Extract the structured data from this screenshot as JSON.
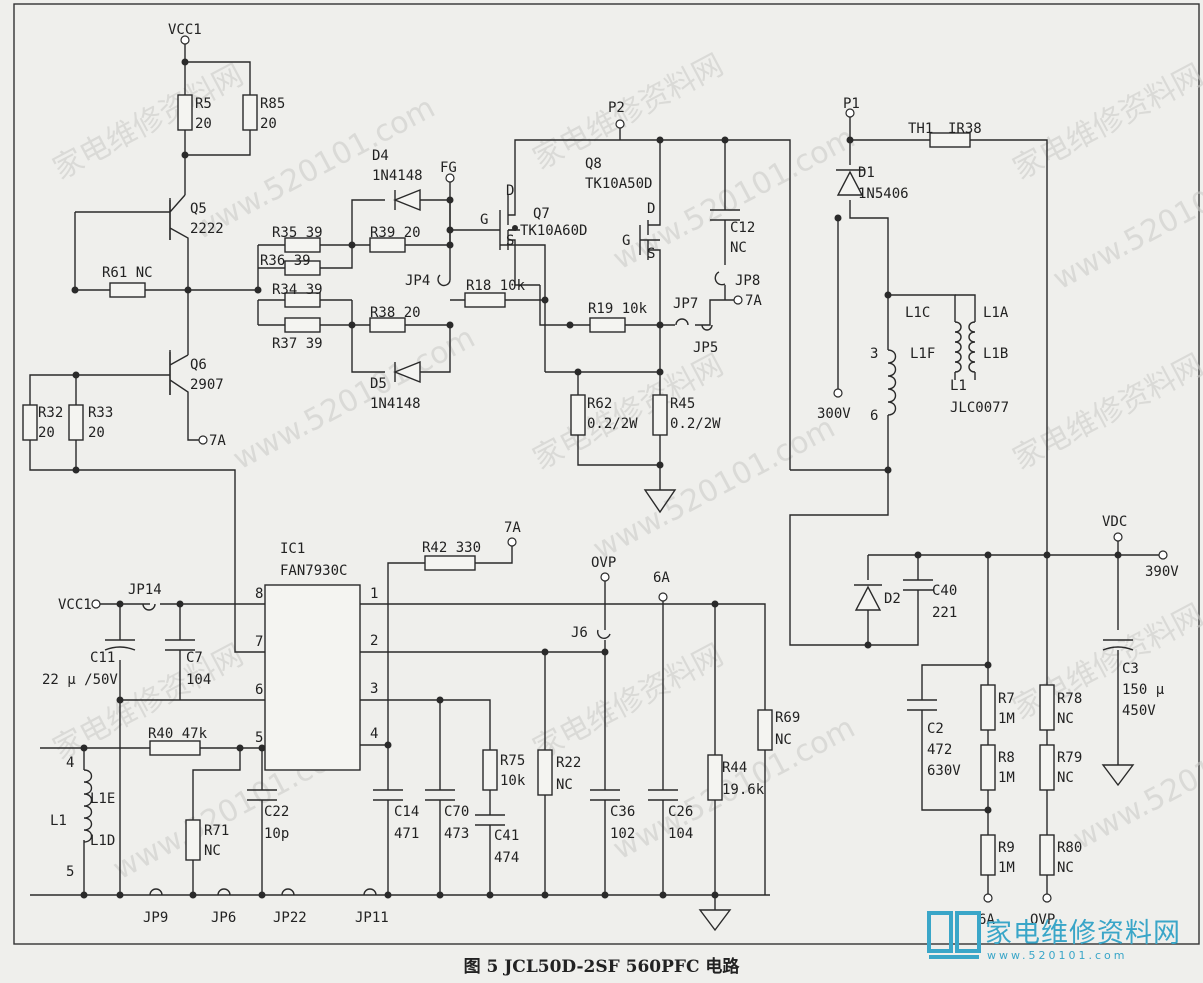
{
  "caption": "图 5 JCL50D-2SF 560PFC 电路",
  "watermarks": [
    "家电维修资料网",
    "www.520101.com"
  ],
  "logo": {
    "text": "家电维修资料网",
    "url": "www.520101.com"
  },
  "labels": {
    "vcc1": "VCC1",
    "r5": "R5",
    "r5v": "20",
    "r85": "R85",
    "r85v": "20",
    "q5": "Q5",
    "q5v": "2222",
    "q6": "Q6",
    "q6v": "2907",
    "r61": "R61 NC",
    "r32": "R32",
    "r32v": "20",
    "r33": "R33",
    "r33v": "20",
    "t7a_left": "7A",
    "d4": "D4",
    "d4v": "1N4148",
    "d5": "D5",
    "d5v": "1N4148",
    "fg": "FG",
    "r35": "R35 39",
    "r36": "R36 39",
    "r34": "R34 39",
    "r37": "R37 39",
    "r39": "R39 20",
    "r38": "R38 20",
    "jp4": "JP4",
    "r18": "R18 10k",
    "q7": "Q7",
    "q7v": "TK10A60D",
    "p2": "P2",
    "q8": "Q8",
    "q8v": "TK10A50D",
    "c12": "C12",
    "c12v": "NC",
    "jp8": "JP8",
    "t7a_mid": "7A",
    "jp7": "JP7",
    "jp5": "JP5",
    "r19": "R19 10k",
    "r62": "R62",
    "r62v": "0.2/2W",
    "r45": "R45",
    "r45v": "0.2/2W",
    "p1": "P1",
    "th1": "TH1",
    "ir38": "IR38",
    "d1": "D1",
    "d1v": "1N5406",
    "l1c": "L1C",
    "l1f": "L1F",
    "l1a": "L1A",
    "l1b": "L1B",
    "l1": "L1",
    "l1v": "JLC0077",
    "n3": "3",
    "n6": "6",
    "v300": "300V",
    "d2": "D2",
    "c40": "C40",
    "c40v": "221",
    "vdc": "VDC",
    "v390": "390V",
    "c3": "C3",
    "c3v1": "150 μ",
    "c3v2": "450V",
    "c2": "C2",
    "c2v1": "472",
    "c2v2": "630V",
    "r7": "R7",
    "r7v": "1M",
    "r8": "R8",
    "r8v": "1M",
    "r9": "R9",
    "r9v": "1M",
    "r78": "R78",
    "r78v": "NC",
    "r79": "R79",
    "r79v": "NC",
    "r80": "R80",
    "r80v": "NC",
    "ic1": "IC1",
    "ic1v": "FAN7930C",
    "r42": "R42 330",
    "t7a_top": "7A",
    "ovp": "OVP",
    "t6a": "6A",
    "j6": "J6",
    "pin1": "1",
    "pin2": "2",
    "pin3": "3",
    "pin4": "4",
    "pin5": "5",
    "pin6": "6",
    "pin7": "7",
    "pin8": "8",
    "vcc1b": "VCC1",
    "jp14": "JP14",
    "c11": "C11",
    "c11v": "22 μ /50V",
    "c7": "C7",
    "c7v": "104",
    "r40": "R40 47k",
    "n4": "4",
    "n5": "5",
    "l1e": "L1E",
    "l1d": "L1D",
    "l1b2": "L1",
    "r71": "R71",
    "r71v": "NC",
    "c22": "C22",
    "c22v": "10p",
    "c14": "C14",
    "c14v": "471",
    "c70": "C70",
    "c70v": "473",
    "r75": "R75",
    "r75v": "10k",
    "c41": "C41",
    "c41v": "474",
    "r22": "R22",
    "r22v": "NC",
    "c36": "C36",
    "c36v": "102",
    "c26": "C26",
    "c26v": "104",
    "r44": "R44",
    "r44v": "19.6k",
    "r69": "R69",
    "r69v": "NC",
    "jp9": "JP9",
    "jp6": "JP6",
    "jp22": "JP22",
    "jp11": "JP11",
    "b_6a": "6A",
    "b_ovp": "OVP"
  }
}
